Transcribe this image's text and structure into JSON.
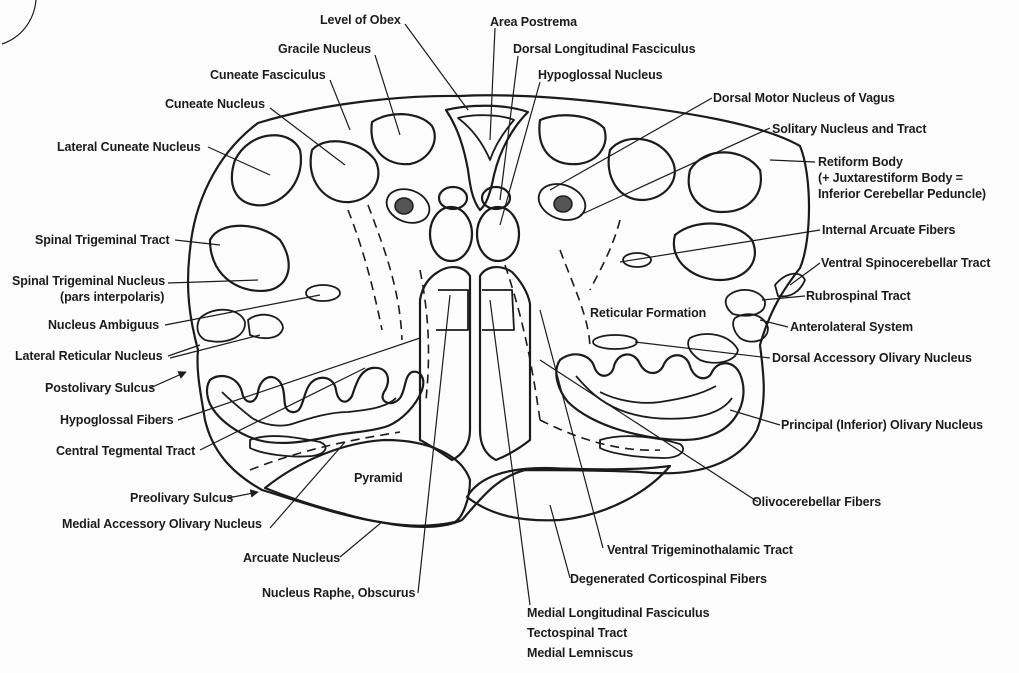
{
  "figure": {
    "labels": {
      "level_of_obex": "Level of Obex",
      "area_postrema": "Area Postrema",
      "gracile_nucleus": "Gracile Nucleus",
      "dorsal_longitudinal_fasciculus": "Dorsal Longitudinal Fasciculus",
      "cuneate_fasciculus": "Cuneate Fasciculus",
      "hypoglossal_nucleus": "Hypoglossal Nucleus",
      "cuneate_nucleus": "Cuneate Nucleus",
      "dorsal_motor_nucleus_vagus": "Dorsal Motor Nucleus of Vagus",
      "solitary_nucleus_tract": "Solitary Nucleus and Tract",
      "lateral_cuneate_nucleus": "Lateral Cuneate Nucleus",
      "retiform_body_1": "Retiform Body",
      "retiform_body_2": "(+ Juxtarestiform Body =",
      "retiform_body_3": "Inferior Cerebellar Peduncle)",
      "internal_arcuate_fibers": "Internal Arcuate Fibers",
      "spinal_trigeminal_tract": "Spinal Trigeminal Tract",
      "ventral_spinocerebellar_tract": "Ventral Spinocerebellar Tract",
      "spinal_trigeminal_nucleus_1": "Spinal Trigeminal Nucleus",
      "spinal_trigeminal_nucleus_2": "(pars interpolaris)",
      "rubrospinal_tract": "Rubrospinal Tract",
      "reticular_formation": "Reticular Formation",
      "nucleus_ambiguus": "Nucleus Ambiguus",
      "anterolateral_system": "Anterolateral System",
      "lateral_reticular_nucleus": "Lateral Reticular Nucleus",
      "dorsal_accessory_olivary_nucleus": "Dorsal Accessory Olivary Nucleus",
      "postolivary_sulcus": "Postolivary Sulcus",
      "hypoglossal_fibers": "Hypoglossal Fibers",
      "principal_olivary_nucleus": "Principal (Inferior) Olivary Nucleus",
      "central_tegmental_tract": "Central Tegmental Tract",
      "pyramid": "Pyramid",
      "preolivary_sulcus": "Preolivary Sulcus",
      "olivocerebellar_fibers": "Olivocerebellar Fibers",
      "medial_accessory_olivary_nucleus": "Medial Accessory Olivary Nucleus",
      "arcuate_nucleus": "Arcuate Nucleus",
      "ventral_trigeminothalamic_tract": "Ventral Trigeminothalamic Tract",
      "degenerated_corticospinal_fibers": "Degenerated Corticospinal Fibers",
      "nucleus_raphe_obscurus": "Nucleus Raphe, Obscurus",
      "medial_longitudinal_fasciculus": "Medial Longitudinal Fasciculus",
      "tectospinal_tract": "Tectospinal Tract",
      "medial_lemniscus": "Medial Lemniscus"
    }
  }
}
